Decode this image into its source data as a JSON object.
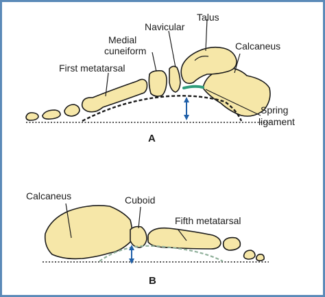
{
  "panel_a": {
    "letter": "A",
    "labels": {
      "talus": "Talus",
      "navicular": "Navicular",
      "medial_cuneiform_1": "Medial",
      "medial_cuneiform_2": "cuneiform",
      "calcaneus": "Calcaneus",
      "first_metatarsal": "First metatarsal",
      "spring_ligament_1": "Spring",
      "spring_ligament_2": "ligament"
    }
  },
  "panel_b": {
    "letter": "B",
    "labels": {
      "calcaneus": "Calcaneus",
      "cuboid": "Cuboid",
      "fifth_metatarsal": "Fifth metatarsal"
    }
  },
  "colors": {
    "frame_border": "#5b8ab8",
    "bone_fill": "#f6e7a8",
    "ligament": "#2e9c7a",
    "arrow": "#1f5fa8",
    "lateral_arch_dash": "#8fb09a"
  }
}
